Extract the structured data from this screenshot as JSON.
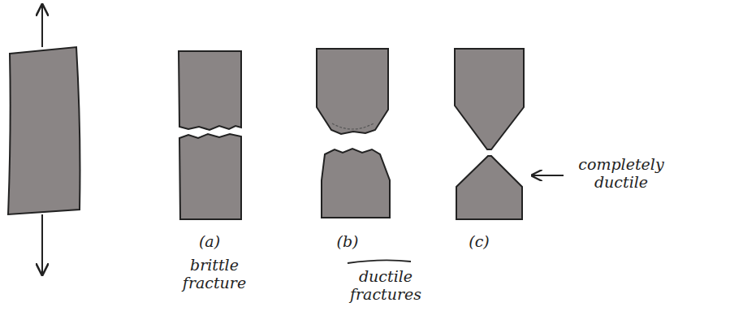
{
  "diagram": {
    "labels": [
      "(a)",
      "brittle fracture",
      "(b)",
      "ductile fractures",
      "(c)",
      "completely ductile"
    ]
  }
}
